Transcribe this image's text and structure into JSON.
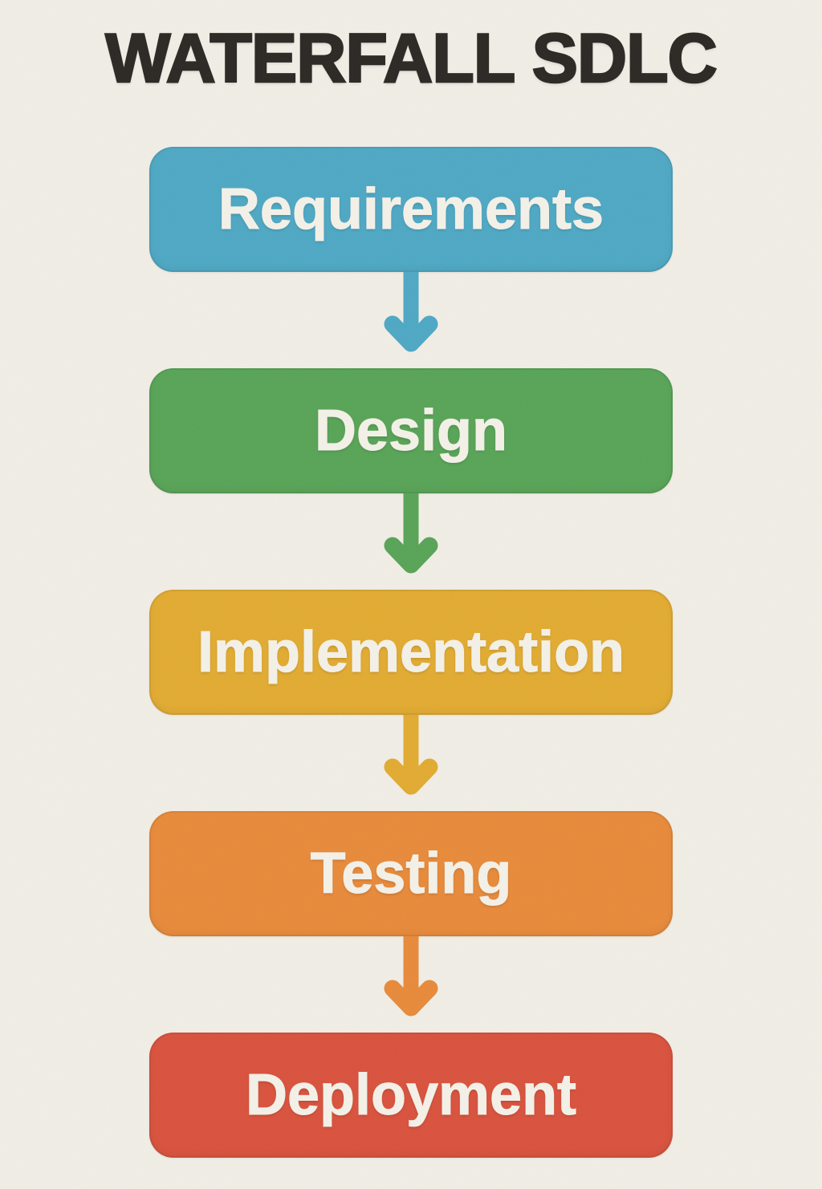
{
  "title": "WATERFALL SDLC",
  "colors": {
    "background": "#f1eee6",
    "title_text": "#2b2824",
    "stage_label_text": "#f4f1e8"
  },
  "diagram_type": "waterfall-flowchart",
  "stages": [
    {
      "label": "Requirements",
      "color": "#4ea8c4"
    },
    {
      "label": "Design",
      "color": "#58a457"
    },
    {
      "label": "Implementation",
      "color": "#e2ab31"
    },
    {
      "label": "Testing",
      "color": "#e88a3a"
    },
    {
      "label": "Deployment",
      "color": "#d9523d"
    }
  ],
  "arrows": [
    {
      "from": "Requirements",
      "to": "Design",
      "color": "#4ea8c4",
      "direction": "down"
    },
    {
      "from": "Design",
      "to": "Implementation",
      "color": "#58a457",
      "direction": "down"
    },
    {
      "from": "Implementation",
      "to": "Testing",
      "color": "#e2ab31",
      "direction": "down"
    },
    {
      "from": "Testing",
      "to": "Deployment",
      "color": "#e88a3a",
      "direction": "down"
    }
  ]
}
